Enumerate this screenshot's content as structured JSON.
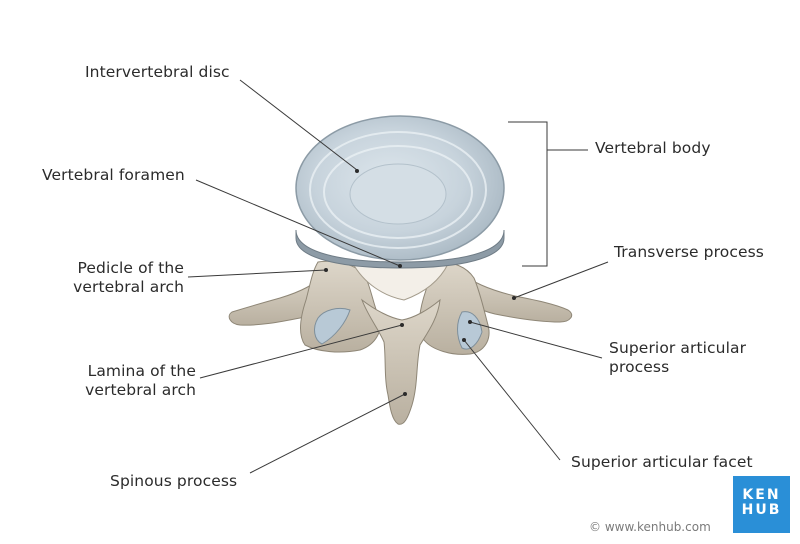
{
  "labels": {
    "intervertebral_disc": "Intervertebral disc",
    "vertebral_foramen": "Vertebral foramen",
    "pedicle": [
      "Pedicle of the",
      "vertebral arch"
    ],
    "lamina": [
      "Lamina of the",
      "vertebral arch"
    ],
    "spinous_process": "Spinous process",
    "vertebral_body": "Vertebral body",
    "transverse_process": "Transverse process",
    "superior_articular_process": [
      "Superior articular",
      "process"
    ],
    "superior_articular_facet": "Superior articular facet"
  },
  "copyright": "© www.kenhub.com",
  "logo": [
    "KEN",
    "HUB"
  ],
  "colors": {
    "bone": "#cdc5b6",
    "disc": "#c9d5de",
    "leader_line": "#3a3a3a",
    "logo_bg": "#2a8fd7"
  }
}
